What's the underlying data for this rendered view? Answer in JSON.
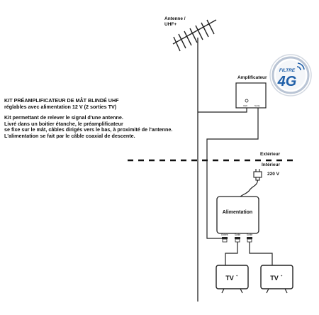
{
  "text": {
    "title": "KIT PRÉAMPLIFICATEUR DE MÂT BLINDÉ UHF",
    "subtitle": "réglables avec alimentation 12 V (2 sorties TV)",
    "description": [
      "Kit permettant de relever le signal d'une antenne.",
      "Livré dans un boitier étanche, le préamplificateur",
      "se fixe sur le mât, câbles dirigés vers le bas, à proximité de l'antenne.",
      "L'alimentation se fait par le câble coaxial de descente."
    ]
  },
  "labels": {
    "antenna_line1": "Antenne /",
    "antenna_line2": "UHF+",
    "amplifier": "Amplificateur",
    "amp_port_left": "UHF",
    "amp_port_right": "Sortie",
    "exterior": "Extérieur",
    "interior": "Intérieur",
    "voltage": "220 V",
    "power_supply": "Alimentation",
    "port_entree": "Entrée",
    "port_sortie1": "Sortie",
    "port_sortie2": "Sortie",
    "tv1": "TV",
    "tv2": "TV"
  },
  "badge": {
    "top": "FILTRE",
    "main": "4G",
    "color": "#1f5fa8",
    "ring_color": "#b9c4d4"
  }
}
